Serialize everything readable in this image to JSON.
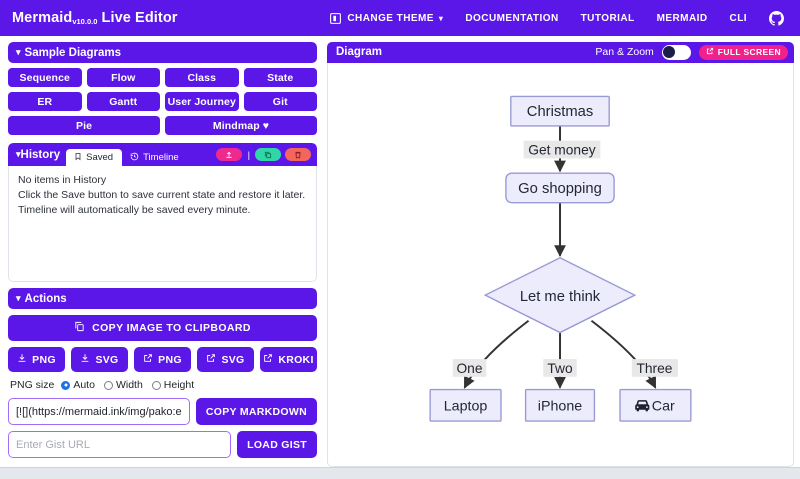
{
  "navbar": {
    "brand_name": "Mermaid",
    "brand_version": "v10.0.0",
    "brand_suffix": "Live Editor",
    "links": [
      {
        "label": "CHANGE THEME",
        "icon": "theme-book-icon",
        "has_chevron": true
      },
      {
        "label": "DOCUMENTATION",
        "icon": "",
        "has_chevron": false
      },
      {
        "label": "TUTORIAL",
        "icon": "",
        "has_chevron": false
      },
      {
        "label": "MERMAID",
        "icon": "",
        "has_chevron": false
      },
      {
        "label": "CLI",
        "icon": "",
        "has_chevron": false
      },
      {
        "label": "",
        "icon": "github-icon",
        "has_chevron": false
      }
    ]
  },
  "sample_diagrams": {
    "title": "Sample Diagrams",
    "rows": [
      [
        "Sequence",
        "Flow",
        "Class",
        "State"
      ],
      [
        "ER",
        "Gantt",
        "User Journey",
        "Git"
      ],
      [
        "Pie",
        "Mindmap ♥"
      ]
    ]
  },
  "history": {
    "title": "History",
    "tabs": [
      {
        "label": "Saved",
        "icon": "bookmark-icon",
        "active": true
      },
      {
        "label": "Timeline",
        "icon": "clock-rewind-icon",
        "active": false
      }
    ],
    "buttons": [
      {
        "name": "save-history-button",
        "icon": "save-upload-icon",
        "color": "#ee2a8f"
      },
      {
        "name": "copy-history-button",
        "icon": "copy-icon",
        "color": "#2fd6a6"
      },
      {
        "name": "delete-history-button",
        "icon": "trash-icon",
        "color": "#f2665e"
      }
    ],
    "empty_lines": [
      "No items in History",
      "Click the Save button to save current state and restore it later.",
      "Timeline will automatically be saved every minute."
    ]
  },
  "actions": {
    "title": "Actions",
    "copy_image_label": "COPY IMAGE TO CLIPBOARD",
    "export_buttons": [
      {
        "label": "PNG",
        "icon": "download-icon"
      },
      {
        "label": "SVG",
        "icon": "download-icon"
      },
      {
        "label": "PNG",
        "icon": "external-link-icon"
      },
      {
        "label": "SVG",
        "icon": "external-link-icon"
      },
      {
        "label": "KROKI",
        "icon": "external-link-icon"
      }
    ],
    "png_size": {
      "label": "PNG size",
      "options": [
        {
          "label": "Auto",
          "selected": true
        },
        {
          "label": "Width",
          "selected": false
        },
        {
          "label": "Height",
          "selected": false
        }
      ]
    },
    "markdown_value": "[![](https://mermaid.ink/img/pako:eNpVj",
    "copy_markdown_label": "COPY MARKDOWN",
    "gist_placeholder": "Enter Gist URL",
    "gist_value": "",
    "load_gist_label": "LOAD GIST"
  },
  "diagram_panel": {
    "title": "Diagram",
    "pan_zoom_label": "Pan & Zoom",
    "pan_zoom_on": false,
    "full_screen_label": "FULL SCREEN"
  },
  "chart_data": {
    "type": "diagram",
    "diagram_kind": "flowchart",
    "direction": "TD",
    "nodes": [
      {
        "id": "christmas",
        "label": "Christmas",
        "shape": "rect"
      },
      {
        "id": "shopping",
        "label": "Go shopping",
        "shape": "rounded"
      },
      {
        "id": "think",
        "label": "Let me think",
        "shape": "diamond"
      },
      {
        "id": "laptop",
        "label": "Laptop",
        "shape": "rect"
      },
      {
        "id": "iphone",
        "label": "iPhone",
        "shape": "rect"
      },
      {
        "id": "car",
        "label": "Car",
        "shape": "rect",
        "icon": "car-icon"
      }
    ],
    "edges": [
      {
        "from": "christmas",
        "to": "shopping",
        "label": "Get money"
      },
      {
        "from": "shopping",
        "to": "think",
        "label": ""
      },
      {
        "from": "think",
        "to": "laptop",
        "label": "One"
      },
      {
        "from": "think",
        "to": "iphone",
        "label": "Two"
      },
      {
        "from": "think",
        "to": "car",
        "label": "Three"
      }
    ],
    "node_fill": "#ececfd",
    "node_stroke": "#9a9ad4",
    "edge_color": "#333333",
    "label_bg": "#e8e8e8"
  },
  "theme": {
    "primary": "#5b16e8",
    "accent_pink": "#f0208c",
    "input_border": "#a26cf8"
  }
}
